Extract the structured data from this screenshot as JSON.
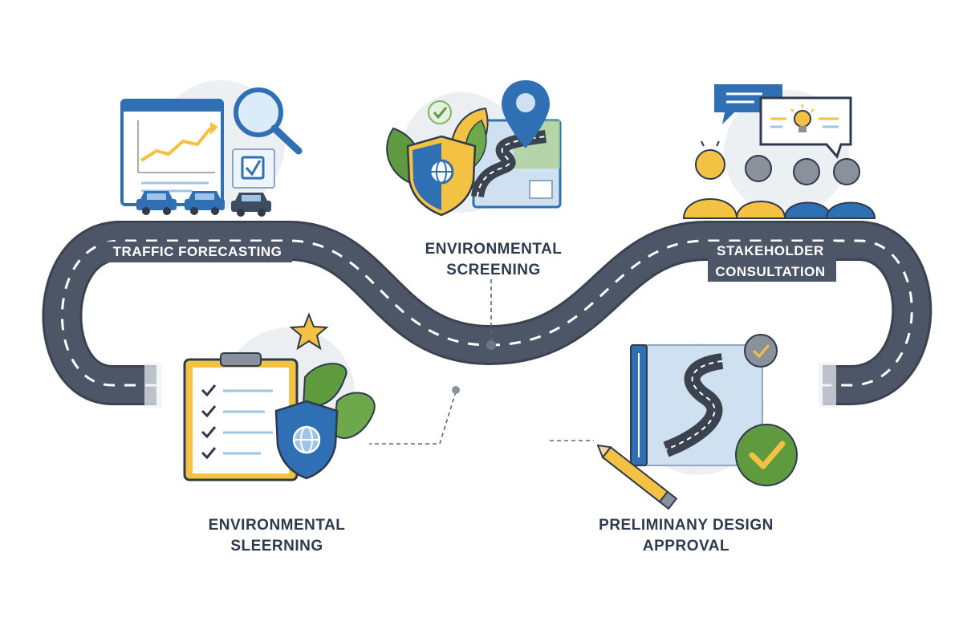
{
  "stages": [
    {
      "id": "traffic",
      "lines": [
        "TRAFFIC FORECASTING"
      ]
    },
    {
      "id": "env-top",
      "lines": [
        "ENVIRONMENTAL",
        "SCREENING"
      ]
    },
    {
      "id": "stakeholder",
      "lines": [
        "STAKEHOLDER",
        "CONSULTATION"
      ]
    },
    {
      "id": "env-bottom",
      "lines": [
        "ENVIRONMENTAL",
        "SLEERNING"
      ]
    },
    {
      "id": "approval",
      "lines": [
        "PRELIMINANY DESIGN",
        "APPROVAL"
      ]
    }
  ],
  "colors": {
    "road": "#4a5362",
    "road_edge": "#3c4350",
    "lane": "#ffffff",
    "blue": "#2f6fb3",
    "light_blue": "#9fc4e6",
    "yellow": "#f3c242",
    "green": "#5f9a3e",
    "gray": "#8a919b",
    "ink": "#2f3a4d"
  },
  "icons": {
    "traffic": [
      "chart-icon",
      "magnifier-icon",
      "checkbox-icon",
      "car-icon"
    ],
    "env_top": [
      "shield-globe-icon",
      "leaf-icon",
      "map-pin-icon",
      "map-road-icon"
    ],
    "stakeholder": [
      "speech-bubble-icon",
      "lightbulb-icon",
      "people-icon"
    ],
    "env_bottom": [
      "clipboard-checklist-icon",
      "shield-globe-icon",
      "leaf-icon",
      "star-icon"
    ],
    "approval": [
      "ruler-icon",
      "road-map-icon",
      "pencil-icon",
      "check-circle-icon"
    ]
  }
}
